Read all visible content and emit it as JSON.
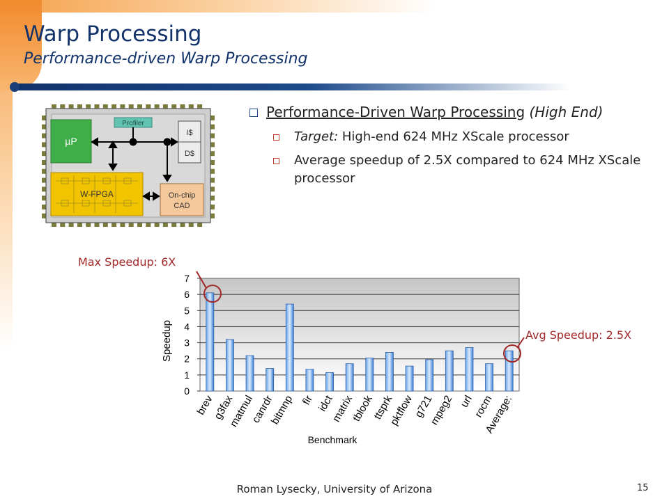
{
  "slide": {
    "title": "Warp Processing",
    "subtitle": "Performance-driven Warp Processing",
    "footer": "Roman Lysecky, University of Arizona",
    "page_number": "15"
  },
  "bullets": {
    "main": {
      "underlined": "Performance-Driven Warp Processing",
      "italic": " (High End)"
    },
    "sub": [
      {
        "italic": "Target:",
        "text": " High-end 624 MHz XScale processor"
      },
      {
        "italic": "",
        "text": "Average speedup of 2.5X compared to 624 MHz XScale processor"
      }
    ]
  },
  "diagram": {
    "up": "µP",
    "profiler": "Profiler",
    "icache": "I$",
    "dcache": "D$",
    "wfpga": "W-FPGA",
    "cad_line1": "On-chip",
    "cad_line2": "CAD"
  },
  "callouts": {
    "max": "Max Speedup: 6X",
    "avg": "Avg Speedup: 2.5X"
  },
  "colors": {
    "title": "#12326a",
    "callout": "#a22828",
    "bar_top": "#dbeafb",
    "bar_bottom": "#3a7fd8"
  },
  "chart_data": {
    "type": "bar",
    "categories": [
      "brev",
      "g3fax",
      "matmul",
      "canrdr",
      "bitmnp",
      "fir",
      "idct",
      "matrix",
      "tblook",
      "ttsprk",
      "pktflow",
      "g721",
      "mpeg2",
      "url",
      "rocm",
      "Average:"
    ],
    "values": [
      6.1,
      3.2,
      2.2,
      1.4,
      5.4,
      1.35,
      1.15,
      1.7,
      2.05,
      2.4,
      1.55,
      1.95,
      2.5,
      2.7,
      1.7,
      2.5
    ],
    "xlabel": "Benchmark",
    "ylabel": "Speedup",
    "ylim": [
      0,
      7
    ],
    "yticks": [
      0,
      1,
      2,
      3,
      4,
      5,
      6,
      7
    ],
    "grid": true
  }
}
